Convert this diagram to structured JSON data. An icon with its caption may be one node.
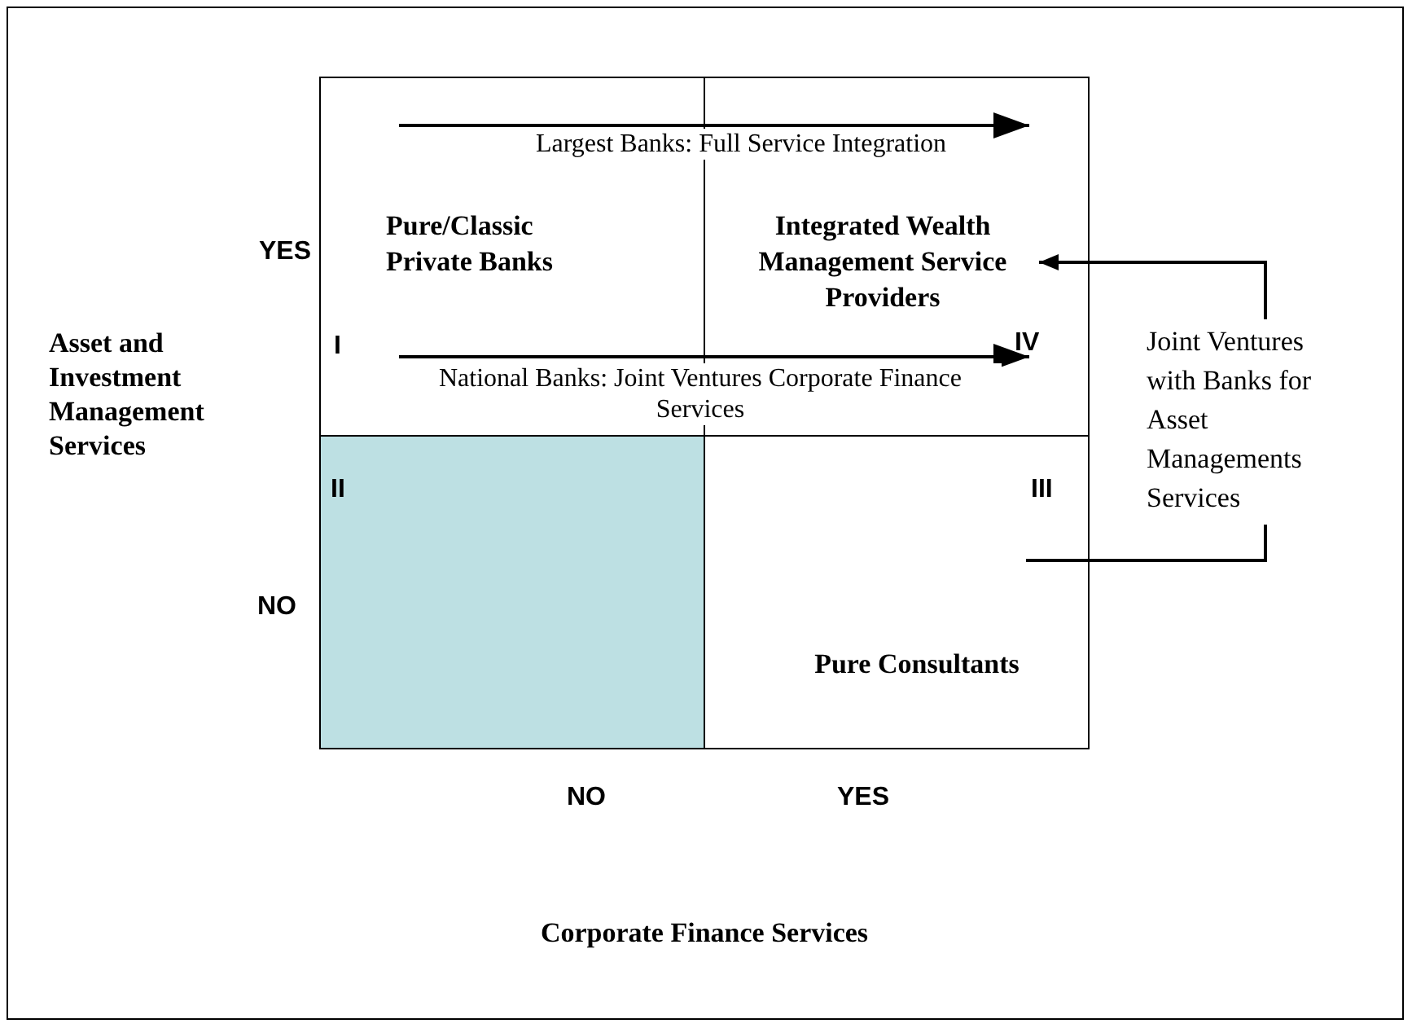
{
  "diagram": {
    "nodes": [
      {
        "text": [
          "I"
        ]
      },
      {
        "text": [
          "Pure/Classic Private Banks"
        ],
        "in": 0
      },
      {
        "text": [
          "IV"
        ]
      },
      {
        "text": [
          "Integrated Wealth Management Service Providers"
        ],
        "in": 2
      },
      {
        "text": [
          "II"
        ]
      },
      {
        "text": [
          "III"
        ]
      },
      {
        "text": [
          "Pure Consultants"
        ],
        "in": 5
      },
      {
        "text": [
          "Joint Ventures with Banks for Asset Managements Services"
        ]
      }
    ],
    "edges": [
      {
        "from": 7,
        "to": 3,
        "arrow": "to"
      },
      {
        "from": 7,
        "to": null,
        "arrow": "none"
      }
    ],
    "labels": [
      "Largest Banks: Full Service Integration",
      "YES",
      "Asset and Investment Management Services",
      "National Banks: Joint Ventures Corporate Finance Services",
      "NO",
      "NO",
      "YES",
      "Corporate Finance Services"
    ]
  }
}
